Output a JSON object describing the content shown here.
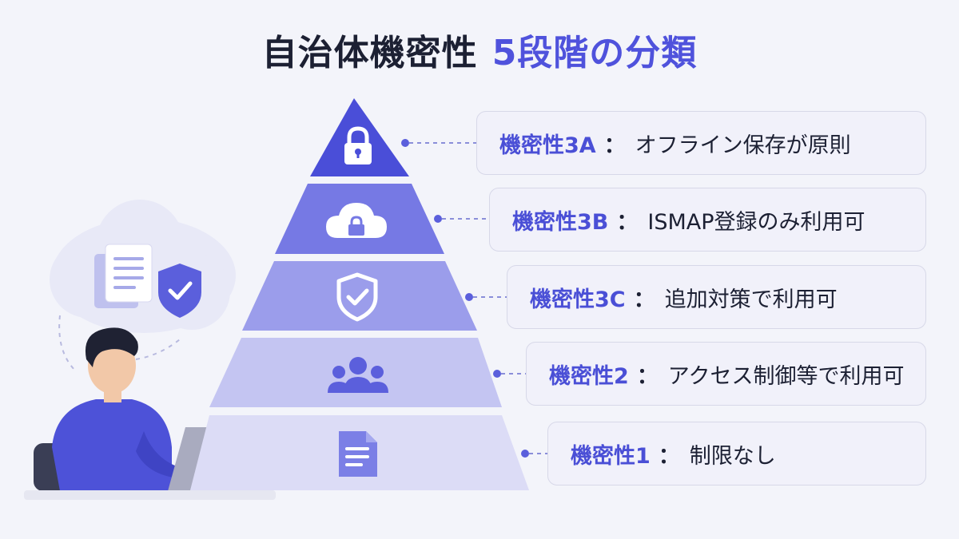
{
  "title": {
    "main": "自治体機密性",
    "accent": "5段階の分類"
  },
  "levels": [
    {
      "level": "機密性3A",
      "separator": "：",
      "description": "オフライン保存が原則",
      "icon": "lock-icon"
    },
    {
      "level": "機密性3B",
      "separator": "：",
      "description": "ISMAP登録のみ利用可",
      "icon": "cloud-lock-icon"
    },
    {
      "level": "機密性3C",
      "separator": "：",
      "description": "追加対策で利用可",
      "icon": "shield-check-icon"
    },
    {
      "level": "機密性2",
      "separator": "：",
      "description": "アクセス制御等で利用可",
      "icon": "users-icon"
    },
    {
      "level": "機密性1",
      "separator": "：",
      "description": "制限なし",
      "icon": "document-icon"
    }
  ],
  "colors": {
    "accent": "#4f52dc",
    "tier_fills": [
      "#4a4ed8",
      "#7679e4",
      "#9b9deb",
      "#c4c5f2",
      "#dcdcf6"
    ],
    "connector": "#8a8ed9"
  }
}
